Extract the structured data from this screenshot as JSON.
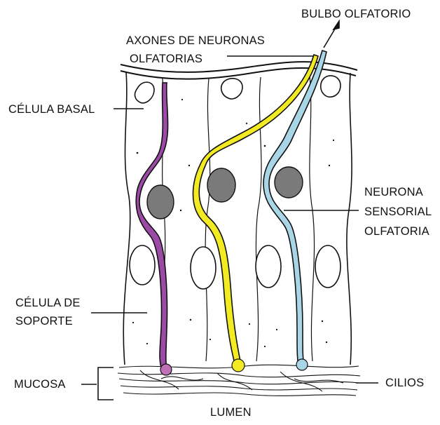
{
  "labels": {
    "bulbo": "BULBO OLFATORIO",
    "axones_1": "AXONES DE NEURONAS",
    "axones_2": "OLFATORIAS",
    "basal": "CÉLULA BASAL",
    "neurona_1": "NEURONA",
    "neurona_2": "SENSORIAL",
    "neurona_3": "OLFATORIA",
    "soporte_1": "CÉLULA DE",
    "soporte_2": "SOPORTE",
    "mucosa": "MUCOSA",
    "cilios": "CILIOS",
    "lumen": "LUMEN"
  },
  "colors": {
    "neuron_purple": "#9b4aa6",
    "neuron_yellow": "#f2ea22",
    "neuron_blue": "#a9d6e6",
    "nucleus": "#7a7a7a",
    "line": "#111111"
  }
}
